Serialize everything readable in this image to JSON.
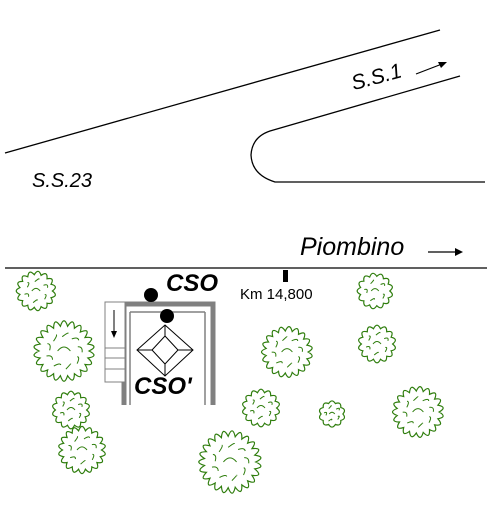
{
  "labels": {
    "ss1": "S.S.1",
    "ss23": "S.S.23",
    "piombino": "Piombino",
    "cso": "CSO",
    "km": "Km 14,800",
    "cso_prime": "CSO'"
  },
  "colors": {
    "lines": "#000000",
    "building": "#808080",
    "trees": "#2e7d0c"
  },
  "icons": [
    "arrow-right-icon",
    "tree-icon",
    "station-dot-icon",
    "km-marker-icon",
    "stair-icon",
    "diamond-symbol-icon"
  ]
}
